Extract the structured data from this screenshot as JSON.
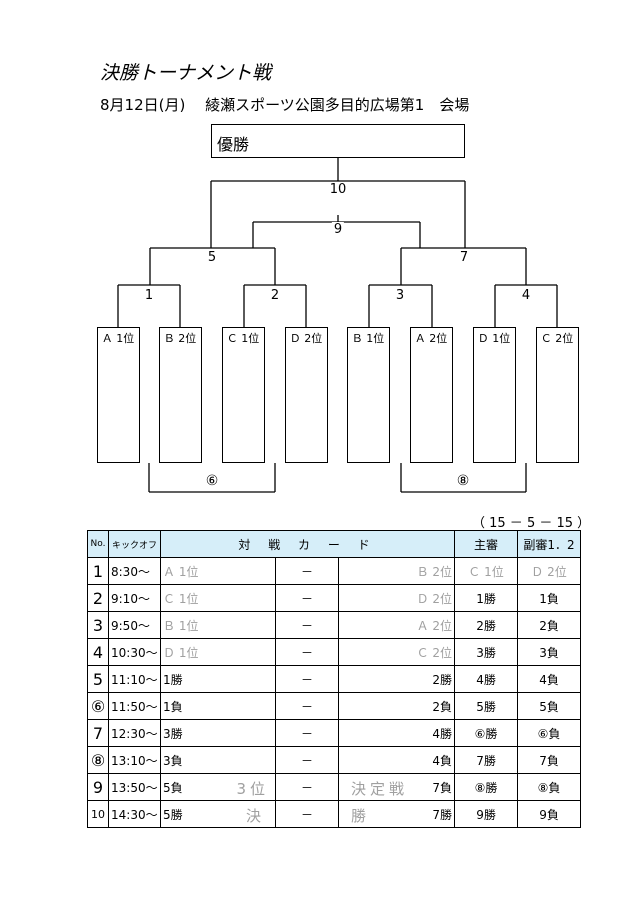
{
  "title": "決勝トーナメント戦",
  "subtitle": "8月12日(月)　 綾瀬スポーツ公園多目的広場第1　会場",
  "bracket": {
    "winner_label": "優勝",
    "final": "10",
    "third_place": "9",
    "semi_left": "5",
    "semi_right": "7",
    "qf": [
      "1",
      "2",
      "3",
      "4"
    ],
    "consolation_left": "⑥",
    "consolation_right": "⑧",
    "teams": [
      "Ａ 1位",
      "Ｂ 2位",
      "Ｃ 1位",
      "Ｄ 2位",
      "Ｂ 1位",
      "Ａ 2位",
      "Ｄ 1位",
      "Ｃ 2位"
    ]
  },
  "format": "（ 15 － 5 － 15 ）",
  "schedule": {
    "headers": {
      "no": "No.",
      "kickoff": "キックオフ",
      "card": "対 戦 カ ー ド",
      "referee": "主審",
      "assistant": "副審1．2"
    },
    "rows": [
      {
        "no": "1",
        "time": "8:30～",
        "home": "Ａ 1位",
        "vs": "－",
        "away": "Ｂ 2位",
        "referee": "Ｃ 1位",
        "assistant": "Ｄ 2位"
      },
      {
        "no": "2",
        "time": "9:10～",
        "home": "Ｃ 1位",
        "vs": "－",
        "away": "Ｄ 2位",
        "referee": "1勝",
        "assistant": "1負"
      },
      {
        "no": "3",
        "time": "9:50～",
        "home": "Ｂ 1位",
        "vs": "－",
        "away": "Ａ 2位",
        "referee": "2勝",
        "assistant": "2負"
      },
      {
        "no": "4",
        "time": "10:30～",
        "home": "Ｄ 1位",
        "vs": "－",
        "away": "Ｃ 2位",
        "referee": "3勝",
        "assistant": "3負"
      },
      {
        "no": "5",
        "time": "11:10～",
        "home": "1勝",
        "vs": "－",
        "away": "2勝",
        "referee": "4勝",
        "assistant": "4負"
      },
      {
        "no": "⑥",
        "time": "11:50～",
        "home": "1負",
        "vs": "－",
        "away": "2負",
        "referee": "5勝",
        "assistant": "5負"
      },
      {
        "no": "7",
        "time": "12:30～",
        "home": "3勝",
        "vs": "－",
        "away": "4勝",
        "referee": "⑥勝",
        "assistant": "⑥負"
      },
      {
        "no": "⑧",
        "time": "13:10～",
        "home": "3負",
        "vs": "－",
        "away": "4負",
        "referee": "7勝",
        "assistant": "7負"
      },
      {
        "no": "9",
        "time": "13:50～",
        "home": "5負",
        "vs": "－",
        "away": "7負",
        "referee": "⑧勝",
        "assistant": "⑧負",
        "ann_left": "3位",
        "ann_right": "決定戦"
      },
      {
        "no": "10",
        "time": "14:30～",
        "home": "5勝",
        "vs": "－",
        "away": "7勝",
        "referee": "9勝",
        "assistant": "9負",
        "ann_left": "決",
        "ann_right": "勝"
      }
    ]
  }
}
